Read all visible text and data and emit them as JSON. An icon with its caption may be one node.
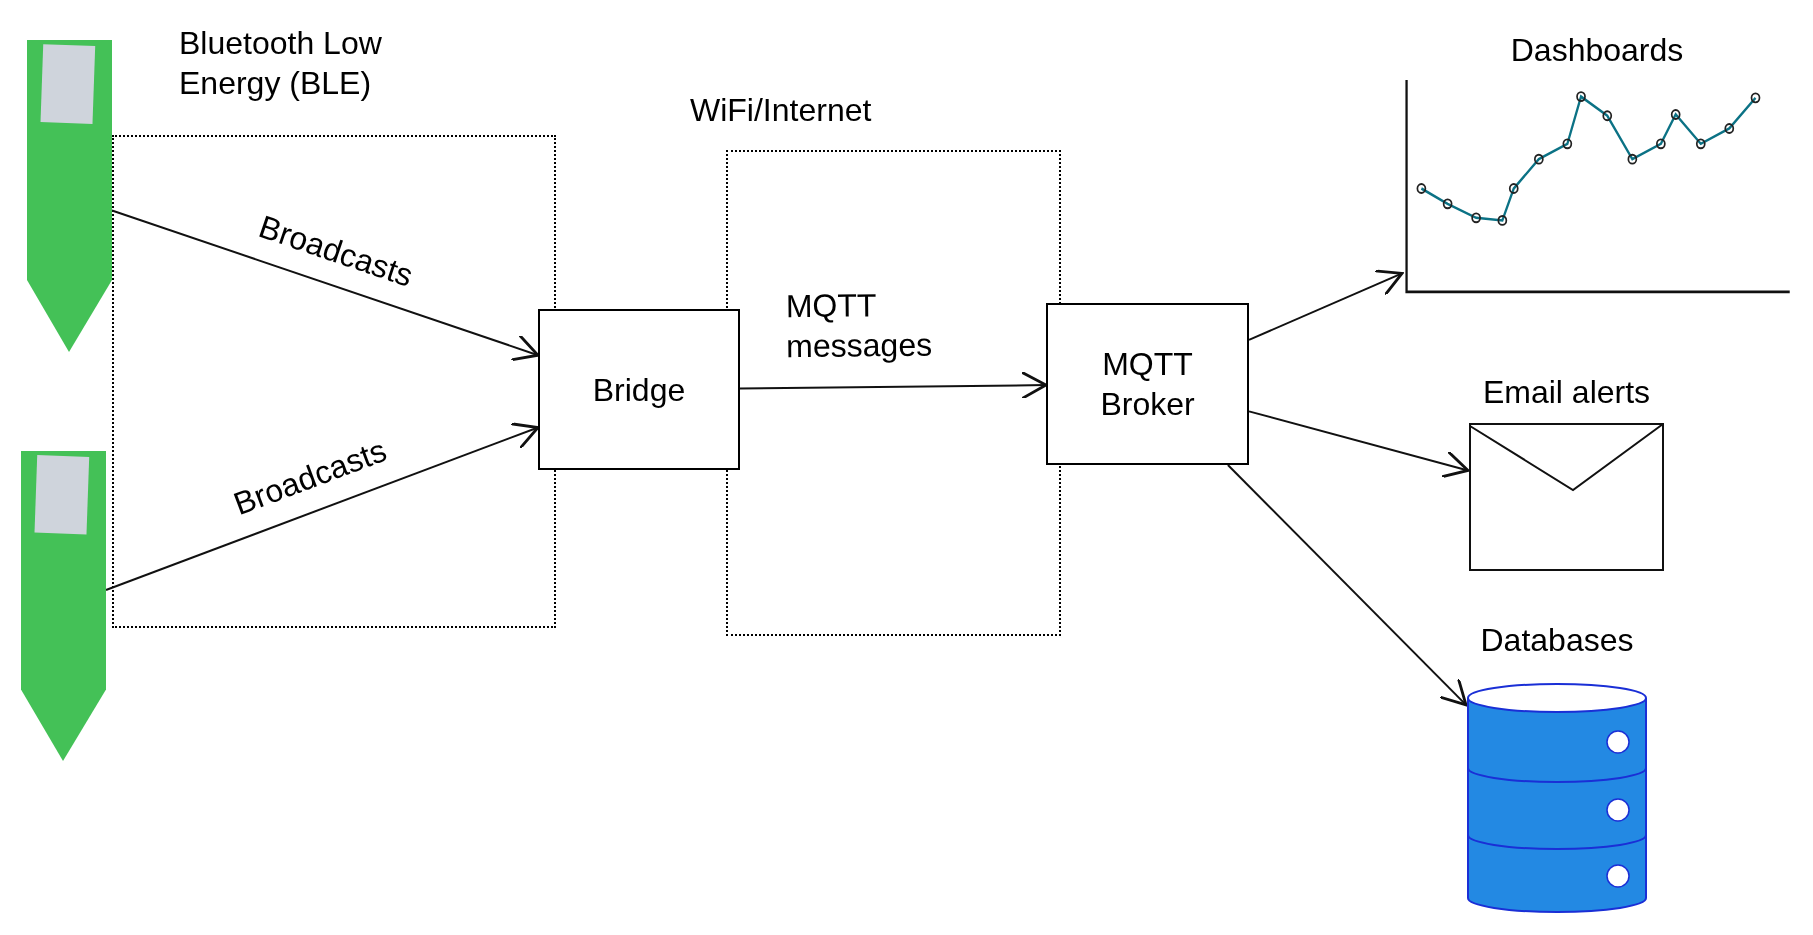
{
  "diagram": {
    "nodes": [
      {
        "text": [],
        "shape": "picture"
      },
      {
        "text": [],
        "shape": "picture"
      },
      {
        "text": [
          "Bridge"
        ]
      },
      {
        "text": [
          "MQTT Broker"
        ]
      },
      {
        "text": [
          "Dashboards"
        ]
      },
      {
        "text": [
          "Email alerts"
        ]
      },
      {
        "text": [
          "Databases"
        ]
      }
    ],
    "edges": [
      {
        "from": 0,
        "to": 2,
        "arrow": "to",
        "label": "Broadcasts"
      },
      {
        "from": 1,
        "to": 2,
        "arrow": "to",
        "label": "Broadcasts"
      },
      {
        "from": 2,
        "to": 3,
        "arrow": "to",
        "label": "MQTT messages"
      },
      {
        "from": 3,
        "to": 4,
        "arrow": "to"
      },
      {
        "from": 3,
        "to": 5,
        "arrow": "to"
      },
      {
        "from": 3,
        "to": 6,
        "arrow": "to"
      }
    ],
    "labels": [
      "Bluetooth Low Energy (BLE)",
      "WiFi/Internet"
    ]
  }
}
